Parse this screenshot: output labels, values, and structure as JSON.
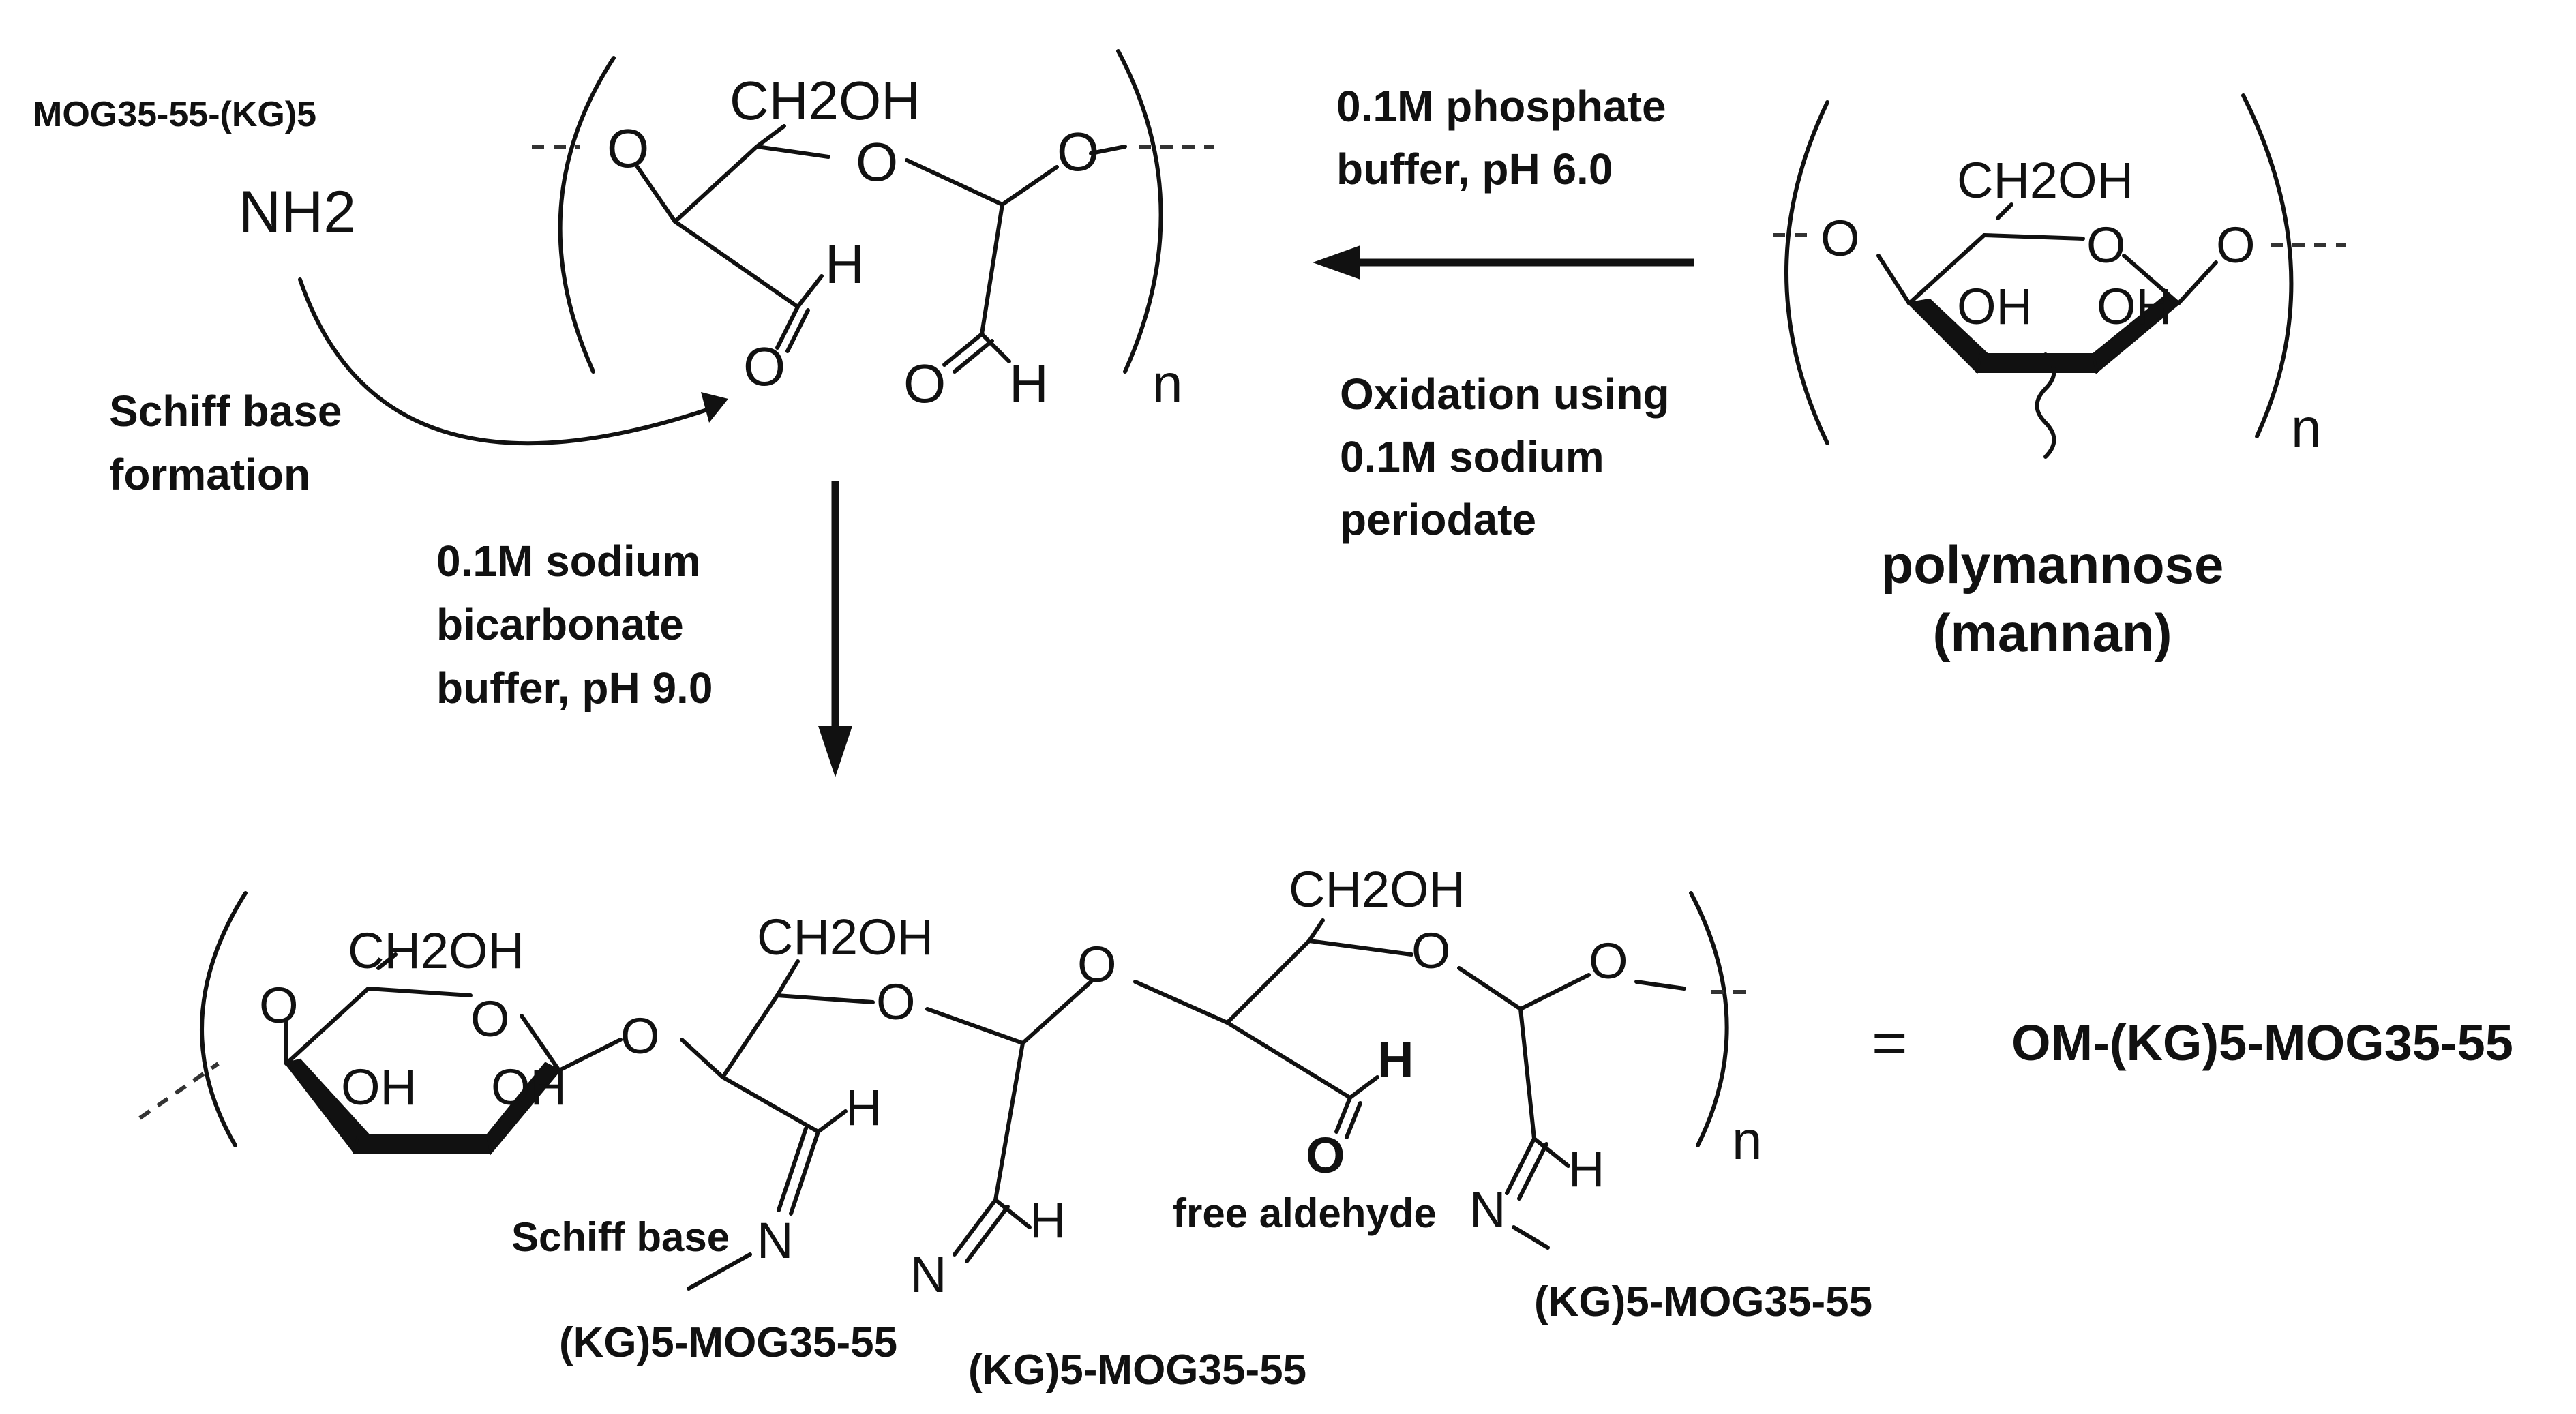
{
  "labels": {
    "reagent_top_left": "MOG35-55-(KG)5",
    "amine": "NH2",
    "schiff_base_formation_line1": "Schiff base",
    "schiff_base_formation_line2": "formation",
    "phosphate_line1": "0.1M  phosphate",
    "phosphate_line2": "buffer, pH 6.0",
    "oxidation_line1": "Oxidation using",
    "oxidation_line2": "0.1M sodium",
    "oxidation_line3": "periodate",
    "polymannose_line1": "polymannose",
    "polymannose_line2": "(mannan)",
    "bicarbonate_line1": "0.1M sodium",
    "bicarbonate_line2": "bicarbonate",
    "bicarbonate_line3": "buffer, pH 9.0",
    "schiff_base": "Schiff base",
    "free_aldehyde": "free aldehyde",
    "equals": "=",
    "product_name": "OM-(KG)5-MOG35-55",
    "peptide_1": "(KG)5-MOG35-55",
    "peptide_2": "(KG)5-MOG35-55",
    "peptide_3": "(KG)5-MOG35-55"
  },
  "atoms": {
    "ch2oh": "CH2OH",
    "o": "O",
    "oh": "OH",
    "h": "H",
    "n": "N",
    "repeat_n": "n"
  }
}
